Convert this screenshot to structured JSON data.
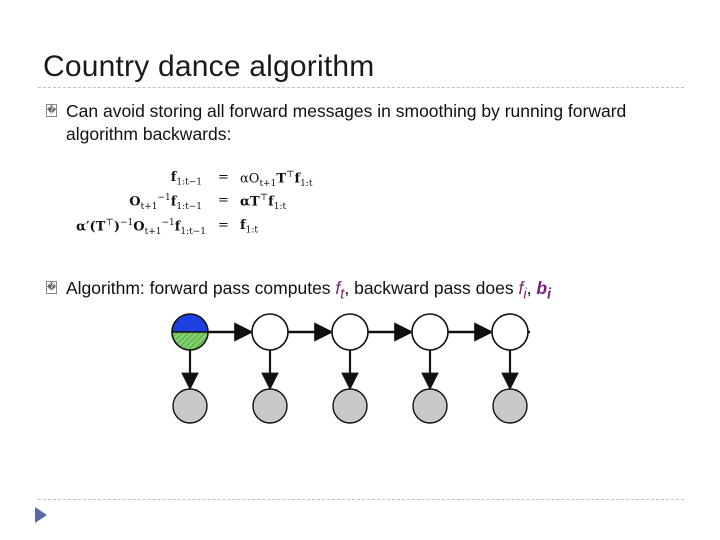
{
  "slide": {
    "title": "Country dance algorithm",
    "bullet_glyph": "�"
  },
  "bullets": [
    {
      "text": "Can avoid storing all forward messages in smoothing by running forward algorithm backwards:"
    },
    {
      "prefix": "Algorithm: forward pass computes ",
      "f": "f",
      "f_sub": "t",
      "middle": ", backward pass does ",
      "fi": "f",
      "fi_sub": "i",
      "sep": ", ",
      "bi": "b",
      "bi_sub": "i"
    }
  ],
  "equations": [
    {
      "lhs": "f",
      "lhs_sub": "1:t−1",
      "eq": "=",
      "rhs": "αO",
      "rhs_sub": "t+1",
      "rhs2": "T",
      "rhs2_sup": "⊤",
      "rhs3": "f",
      "rhs3_sub": "1:t"
    },
    {
      "lhs": "O",
      "lhs_sub": "t+1",
      "lhs_sup": "−1",
      "lhs2": "f",
      "lhs2_sub": "1:t−1",
      "eq": "=",
      "rhs": "αT",
      "rhs_sup": "⊤",
      "rhs2": "f",
      "rhs2_sub": "1:t"
    },
    {
      "lhs": "α′(T",
      "lhs_sup": "⊤",
      "lhs2": ")",
      "lhs2_sup": "−1",
      "lhs3": "O",
      "lhs3_sub": "t+1",
      "lhs3_sup": "−1",
      "lhs4": "f",
      "lhs4_sub": "1:t−1",
      "eq": "=",
      "rhs": "f",
      "rhs_sub": "1:t"
    }
  ],
  "diagram": {
    "hidden_nodes": 5,
    "observed_nodes": 5,
    "colors": {
      "forward_half": "#1d3fe0",
      "backward_half": "#7fd36a",
      "observed_fill": "#c8c8c8",
      "node_stroke": "#111111"
    }
  },
  "nav": {
    "icon": "next-slide-arrow-icon",
    "color": "#5a6aa6"
  }
}
